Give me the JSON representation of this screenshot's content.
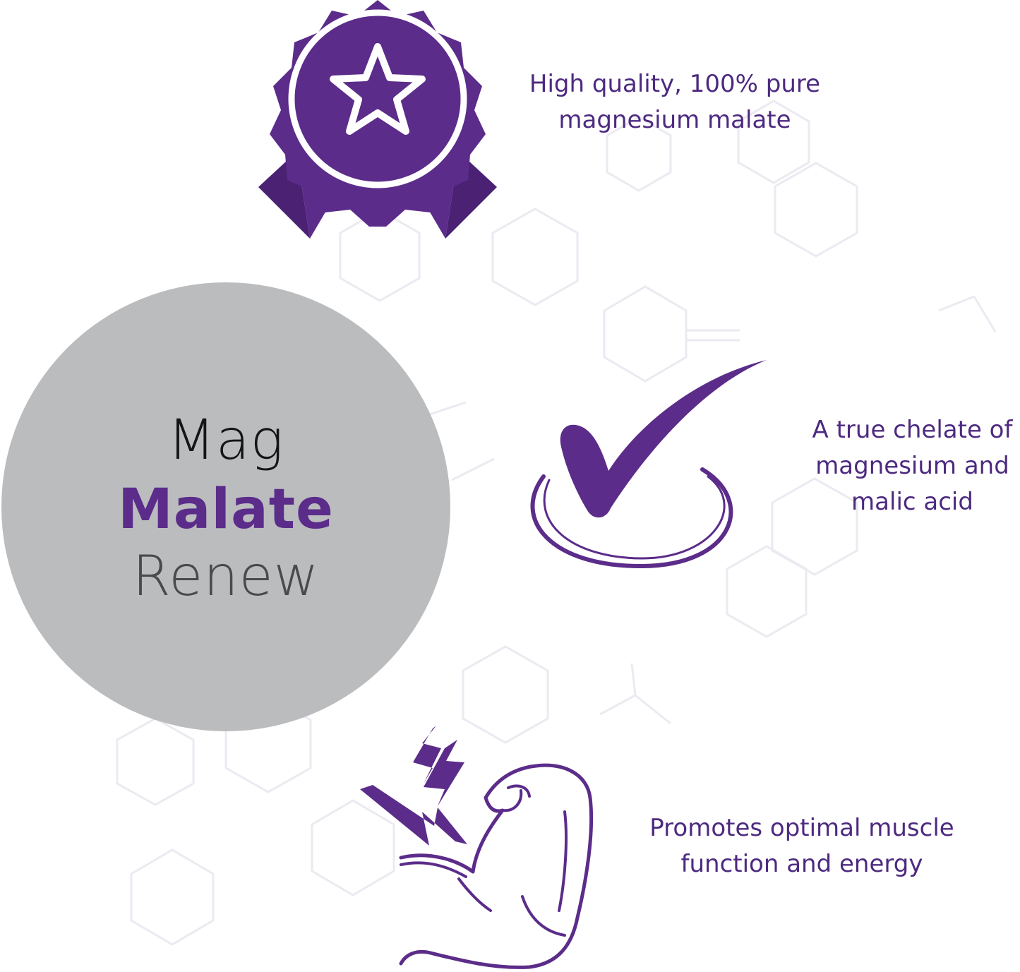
{
  "brand": {
    "line1": "Mag",
    "line2": "Malate",
    "line3": "Renew",
    "circle_color": "#bbbcbe",
    "accent_color": "#5b2c8a"
  },
  "features": [
    {
      "icon": "award-badge-icon",
      "line1": "High quality, 100% pure",
      "line2": "magnesium malate"
    },
    {
      "icon": "checkmark-icon",
      "line1": "A true chelate of",
      "line2": "magnesium and",
      "line3": "malic acid"
    },
    {
      "icon": "flexed-muscle-icon",
      "line1": "Promotes optimal muscle",
      "line2": "function and energy"
    }
  ],
  "colors": {
    "icon": "#5b2c8a",
    "text": "#4d2a80",
    "pattern": "#ece9f1"
  }
}
